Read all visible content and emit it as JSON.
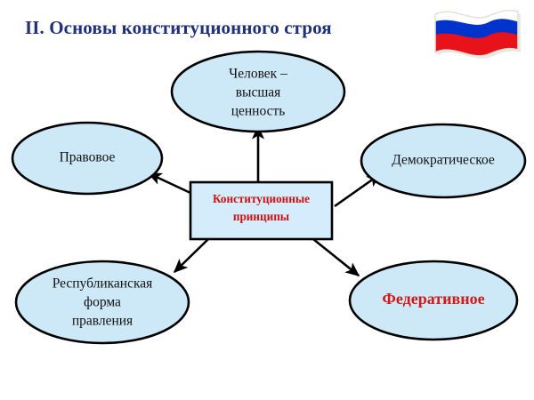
{
  "slide": {
    "title": "II. Основы конституционного строя",
    "title_color": "#1f2f7a",
    "background_color": "#ffffff"
  },
  "flag": {
    "name": "Государственный флаг Российской Федерации",
    "stripes": [
      {
        "name": "white",
        "color": "#ffffff"
      },
      {
        "name": "blue",
        "color": "#0033cc"
      },
      {
        "name": "red",
        "color": "#e8121a"
      }
    ]
  },
  "diagram": {
    "type": "radial-concept-map",
    "center": {
      "id": "center",
      "shape": "rectangle",
      "lines": [
        "Конституционные",
        "принципы"
      ],
      "text_color": "#cc1111",
      "fill_color": "#d4ecfb",
      "border_color": "#000000"
    },
    "nodes": [
      {
        "id": "node-top",
        "shape": "ellipse",
        "position": "top",
        "lines": [
          "Человек –",
          "высшая",
          "ценность"
        ],
        "text_color": "#111111",
        "fill_color": "#cde8f7",
        "emphasis": false
      },
      {
        "id": "node-left",
        "shape": "ellipse",
        "position": "left",
        "lines": [
          "Правовое"
        ],
        "text_color": "#111111",
        "fill_color": "#cde8f7",
        "emphasis": false
      },
      {
        "id": "node-right",
        "shape": "ellipse",
        "position": "right",
        "lines": [
          "Демократическое"
        ],
        "text_color": "#111111",
        "fill_color": "#cde8f7",
        "emphasis": false
      },
      {
        "id": "node-bottom-left",
        "shape": "ellipse",
        "position": "bottom-left",
        "lines": [
          "Республиканская",
          "форма",
          "правления"
        ],
        "text_color": "#111111",
        "fill_color": "#cde8f7",
        "emphasis": false
      },
      {
        "id": "node-bottom-right",
        "shape": "ellipse",
        "position": "bottom-right",
        "lines": [
          "Федеративное"
        ],
        "text_color": "#d41818",
        "fill_color": "#cde8f7",
        "emphasis": true
      }
    ],
    "connectors": [
      {
        "from": "center",
        "to": "node-top",
        "arrow": "to"
      },
      {
        "from": "center",
        "to": "node-left",
        "arrow": "to"
      },
      {
        "from": "center",
        "to": "node-right",
        "arrow": "to"
      },
      {
        "from": "center",
        "to": "node-bottom-left",
        "arrow": "to"
      },
      {
        "from": "center",
        "to": "node-bottom-right",
        "arrow": "to"
      }
    ]
  }
}
